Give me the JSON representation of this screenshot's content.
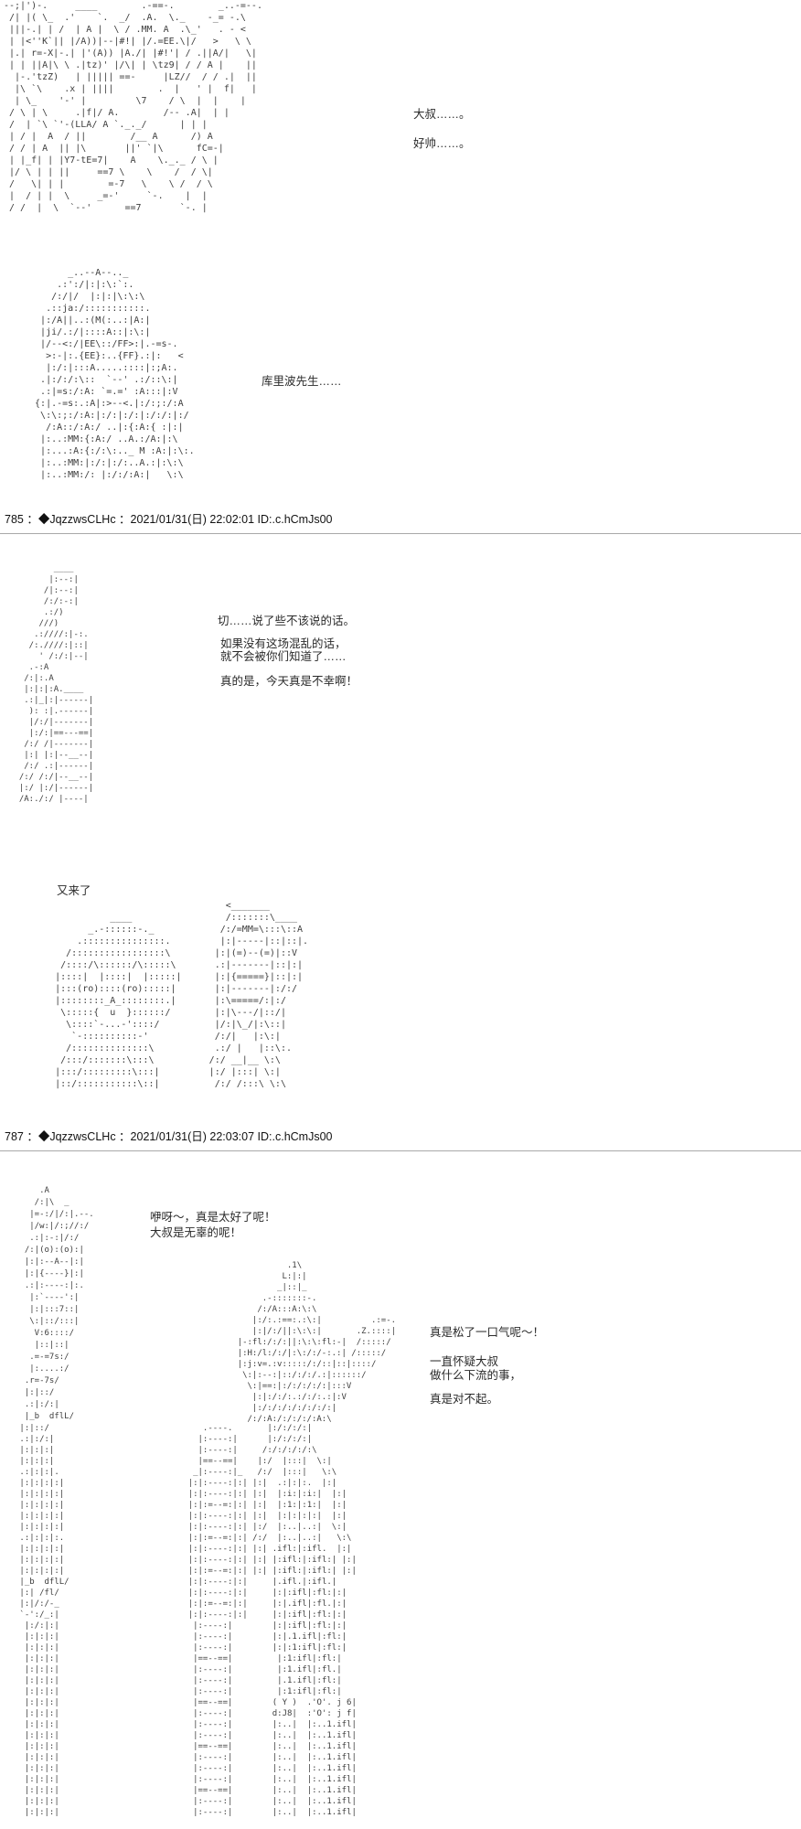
{
  "page": {
    "bg_color": "#ffffff",
    "text_color": "#222222",
    "divider_color": "#a8a8a8"
  },
  "posts": [
    {
      "header": "785 ：◆JqzzwsCLHc ：2021/01/31(日) 22:02:01 ID:.c.hCmJs00",
      "aa_top": "--;|')-.     ____        .-==-.        _..-=--.\n /| |( \\_  .'    `.  _/  .A.  \\._    -_= -.\\\n |||-.| | /  | A |  \\ / .MM. A  .\\_'   . - <\n | |<''K`|| |/A))|--|#!| |/.=EE.\\|/   >   \\ \\\n |.| r=-X|-.| |'(A)) |A./| |#!'| / .||A/|   \\|\n | | ||A|\\ \\ .|tz)' |/\\| | \\tz9| / / A |    ||\n  |-.'tzZ)   | ||||| ==-     |LZ//  / / .|  ||\n  |\\ `\\    .x | ||||        .  |   ' |  f|   |\n  | \\_    '-' |         \\7    / \\  |  |    |\n / \\ | \\     .|f|/ A.        /-- .A|  | |\n /  | `\\ `'-(LLA/ A `._._/      | | |\n | / |  A  / ||        /__ A      /) A\n / / | A  || |\\       ||' `|\\      fC=-|\n | |_f| | |Y7-tE=7|    A    \\._._ / \\ |\n |/ \\ | | ||     ==7 \\    \\    /  / \\|\n /   \\| | |        =-7   \\    \\ /  / \\\n |  / | |  \\     _=-'     `-.    |  |\n / /  |  \\  `--'      ==7       `-. |",
      "aa_girl": "        _..--A--.._\n      .:':/|:|:\\:`:.\n     /:/|/  |:|:|\\:\\:\\\n    .::ja:/:::::::::::.\n   |:/A||..:(M(:..:|A:|\n   |ji/.:/|::::A::|:\\:|\n   |/--<:/|EE\\::/FF>:|.-=s-.\n    >:-|:.{EE}:..{FF}.:|:   <\n    |:/:|:::A.....::::|:;A:.\n   .|:/:/:\\::  `--' .:/::\\:|\n   .:|=s:/:A: `=.=' :A:::|:V\n  {:|.-=s:.:A|:>--<.|:/:;:/:A\n   \\:\\:;:/:A:|:/:|:/:|:/:/:|:/\n    /:A::/:A:/ ..|:{:A:{ :|:|\n   |:..:MM:{:A:/ ..A.:/A:|:\\\n   |:...:A:{:/:\\:.._ M :A:|:\\:.\n   |:..:MM:|:/:|:/:..A.:|:\\:\\\n   |:..:MM:/: |:/:/:A:|   \\:\\",
      "dlg_uncle": "大叔……。",
      "dlg_handsome": "好帅……。",
      "dlg_kuribo": "库里波先生……"
    },
    {
      "header": "787 ：◆JqzzwsCLHc ：2021/01/31(日) 22:03:07 ID:.c.hCmJs00",
      "aa_sitting": "         ____\n        |:--:|\n       /|:--:|\n       /:/:-:|\n       .:/)\n      ///)\n     .:////:|-:.\n    /:.////:|::|\n      ' /:/:|--|\n    .-:A\n   /:|:.A\n   |:|:|:A.____\n   .:|_|:|------|\n    ): :|.------|\n    |/:/|-------|\n    |:/:|==---==|\n   /:/ /|-------|\n   |:| |:|--__--|\n   /:/ .:|------|\n  /:/ /:/|--__--|\n  |:/ |:/|------|\n  /A:./:/ |----|",
      "aa_two_figures": "                                    <_______\n               ____                 /:::::::\\____\n           _.-::::::-._            /:/=MM=\\:::\\::A\n         .:::::::::::::::.         |:|-----|::|::|.\n       /:::::::::::::::::\\        |:|(=)--(=)|::V\n      /::::/\\::::::/\\:::::\\       .:|-------|::|:|\n     |::::|  |::::|  |:::::|      |:|{=====}|::|:|\n     |:::(ro)::::(ro):::::|       |:|-------|:/:/\n     |::::::::_A_::::::::.|       |:\\=====/:|:/\n      \\:::::{  u  }::::::/        |:|\\---/|::/|\n       \\::::`-...-'::::/          |/:|\\_/|:\\::|\n        `-::::::::::-'            /:/|   |:\\:|\n       /::::::::::::::\\           .:/ |   |::\\:.\n      /:::/:::::::\\:::\\          /:/ __|__ \\:\\\n     |:::/:::::::::\\:::|         |:/ |:::| \\:|\n     |::/:::::::::::\\::|          /:/ /:::\\ \\:\\",
      "dlg_line1": "切……说了些不该说的话。",
      "dlg_line23": "如果没有这场混乱的话，\n就不会被你们知道了……",
      "dlg_line4": "真的是，今天真是不幸啊！",
      "dlg_again": "又来了"
    },
    {
      "aa_left_figure": "     .A\n    /:|\\  _\n   |=-:/|/:|.--.\n   |/w:|/:;//:/\n   .:|:-:|/:/\n  /:|(o):(o):|\n  |:|:--A--|:|\n  |:|{----}|:|\n  .:|:----:|:.\n   |:`----':|\n   |:|:::7::|\n   \\:|::/:::|\n    V:6::::/\n    |::|::|\n   .=-=7s:/\n   |:....:/\n  .r=-7s/\n  |:|::/\n  .:|:/:|\n  |_b  dflL/",
      "aa_right_figure": "              .1\\\n             L:|:|\n            _|::|_\n         .-:::::::-.\n        /:/A:::A:\\:\\\n       |:/:.:==:.:\\:|          .:=-.\n       |:|/:/||:\\:\\:|       .Z.::::|\n    |-:fl:/:/:||:\\:\\:fl:-|  /:::::/\n    |:H:/l:/:/|:\\:/:/-:.:| /:::::/\n    |:j:v=.:v:::::/:/::|::|::::/\n     \\:|:--:|::/:/:/.:|::::::/\n      \\:|==:|:/:/:/:/:|:::V\n       |:|:/:/:.:/:/:.:|:V\n       |:/:/:/:/:/:/:/:|\n      /:/:A:/:/:/:/:A:\\",
      "aa_bottom": " |:|::/                               .----.       |:/:/:/:|\n .:|:/:|                             |:----:|      |:/:/:/:|\n |:|:|:|                             |:----:|     /:/:/:/:/:\\\n |:|:|:|                             |==--==|    |:/  |:::|  \\:|\n .:|:|:|.                           _|:----:|_   /:/  |:::|   \\:\\\n |:|:|:|:|                         |:|:----:|:| |:|  .:|:|:.  |:|\n |:|:|:|:|                         |:|:----:|:| |:|  |:i:|:i:|  |:|\n |:|:|:|:|                         |:|:=--=:|:| |:|  |:1:|:1:|  |:|\n |:|:|:|:|                         |:|:----:|:| |:|  |:|:|:|:|  |:|\n |:|:|:|:|                         |:|:----:|:| |:/  |:..|..:|  \\:|\n .:|:|:|:.                         |:|:=--=:|:| /:/  |:..|..:|   \\:\\\n |:|:|:|:|                         |:|:----:|:| |:| .ifl:|:ifl.  |:|\n |:|:|:|:|                         |:|:----:|:| |:| |:ifl:|:ifl:| |:|\n |:|:|:|:|                         |:|:=--=:|:| |:| |:ifl:|:ifl:| |:|\n |_b  dflL/                        |:|:----:|:|     |.ifl.|:ifl.|\n |:| /fl/                          |:|:----:|:|     |:|:ifl|:fl:|:|\n |:|/:/-_                          |:|:=--=:|:|     |:|.ifl|:fl.|:|\n `-':/_:|                          |:|:----:|:|     |:|:ifl|:fl:|:|\n  |:/:|:|                           |:----:|        |:|:ifl|:fl:|:|\n  |:|:|:|                           |:----:|        |:|.1.ifl|:fl:|\n  |:|:|:|                           |:----:|        |:|:1:ifl|:fl:|\n  |:|:|:|                           |==--==|         |:1:ifl|:fl:|\n  |:|:|:|                           |:----:|         |:1.ifl|:fl.|\n  |:|:|:|                           |:----:|         |.1.ifl|:fl:|\n  |:|:|:|                           |:----:|         |:1:ifl|:fl:|\n  |:|:|:|                           |==--==|        ( Y )  .'O'. j 6|\n  |:|:|:|                           |:----:|        d:J8|  :'O': j f|\n  |:|:|:|                           |:----:|        |:..|  |:..1.ifl|\n  |:|:|:|                           |:----:|        |:..|  |:..1.ifl|\n  |:|:|:|                           |==--==|        |:..|  |:..1.ifl|\n  |:|:|:|                           |:----:|        |:..|  |:..1.ifl|\n  |:|:|:|                           |:----:|        |:..|  |:..1.ifl|\n  |:|:|:|                           |:----:|        |:..|  |:..1.ifl|\n  |:|:|:|                           |==--==|        |:..|  |:..1.ifl|\n  |:|:|:|                           |:----:|        |:..|  |:..1.ifl|\n  |:|:|:|                           |:----:|        |:..|  |:..1.ifl|",
      "dlg_left": "咿呀～，真是太好了呢！\n大叔是无辜的呢！",
      "dlg_right1": "真是松了一口气呢～！",
      "dlg_right23": "一直怀疑大叔\n做什么下流的事，",
      "dlg_right4": "真是对不起。"
    }
  ]
}
